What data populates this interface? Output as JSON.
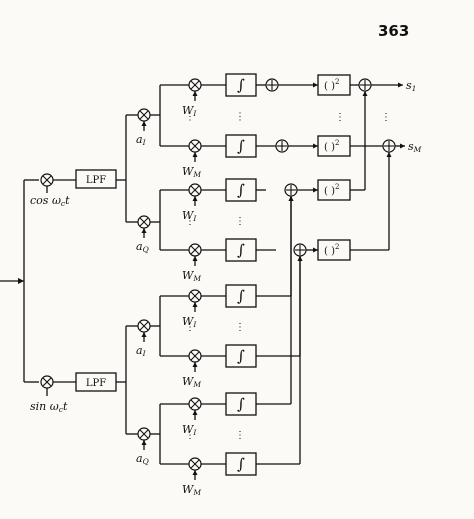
{
  "page_number": "363",
  "mixer_labels": {
    "cos_prefix": "cos ",
    "sin_prefix": "sin ",
    "omega": "ω",
    "carrier_sub": "c",
    "time": "t"
  },
  "lpf_label": "LPF",
  "branch_labels": {
    "a": "a",
    "in_phase_sub": "I",
    "quadrature_sub": "Q"
  },
  "weight_labels": {
    "W": "W",
    "first_sub": "I",
    "last_sub": "M"
  },
  "integrator_symbol": "∫",
  "square_label": "( )",
  "square_exponent": "2",
  "outputs": {
    "s": "s",
    "first_sub": "1",
    "last_sub": "M"
  },
  "continuation_dots": "⋮"
}
